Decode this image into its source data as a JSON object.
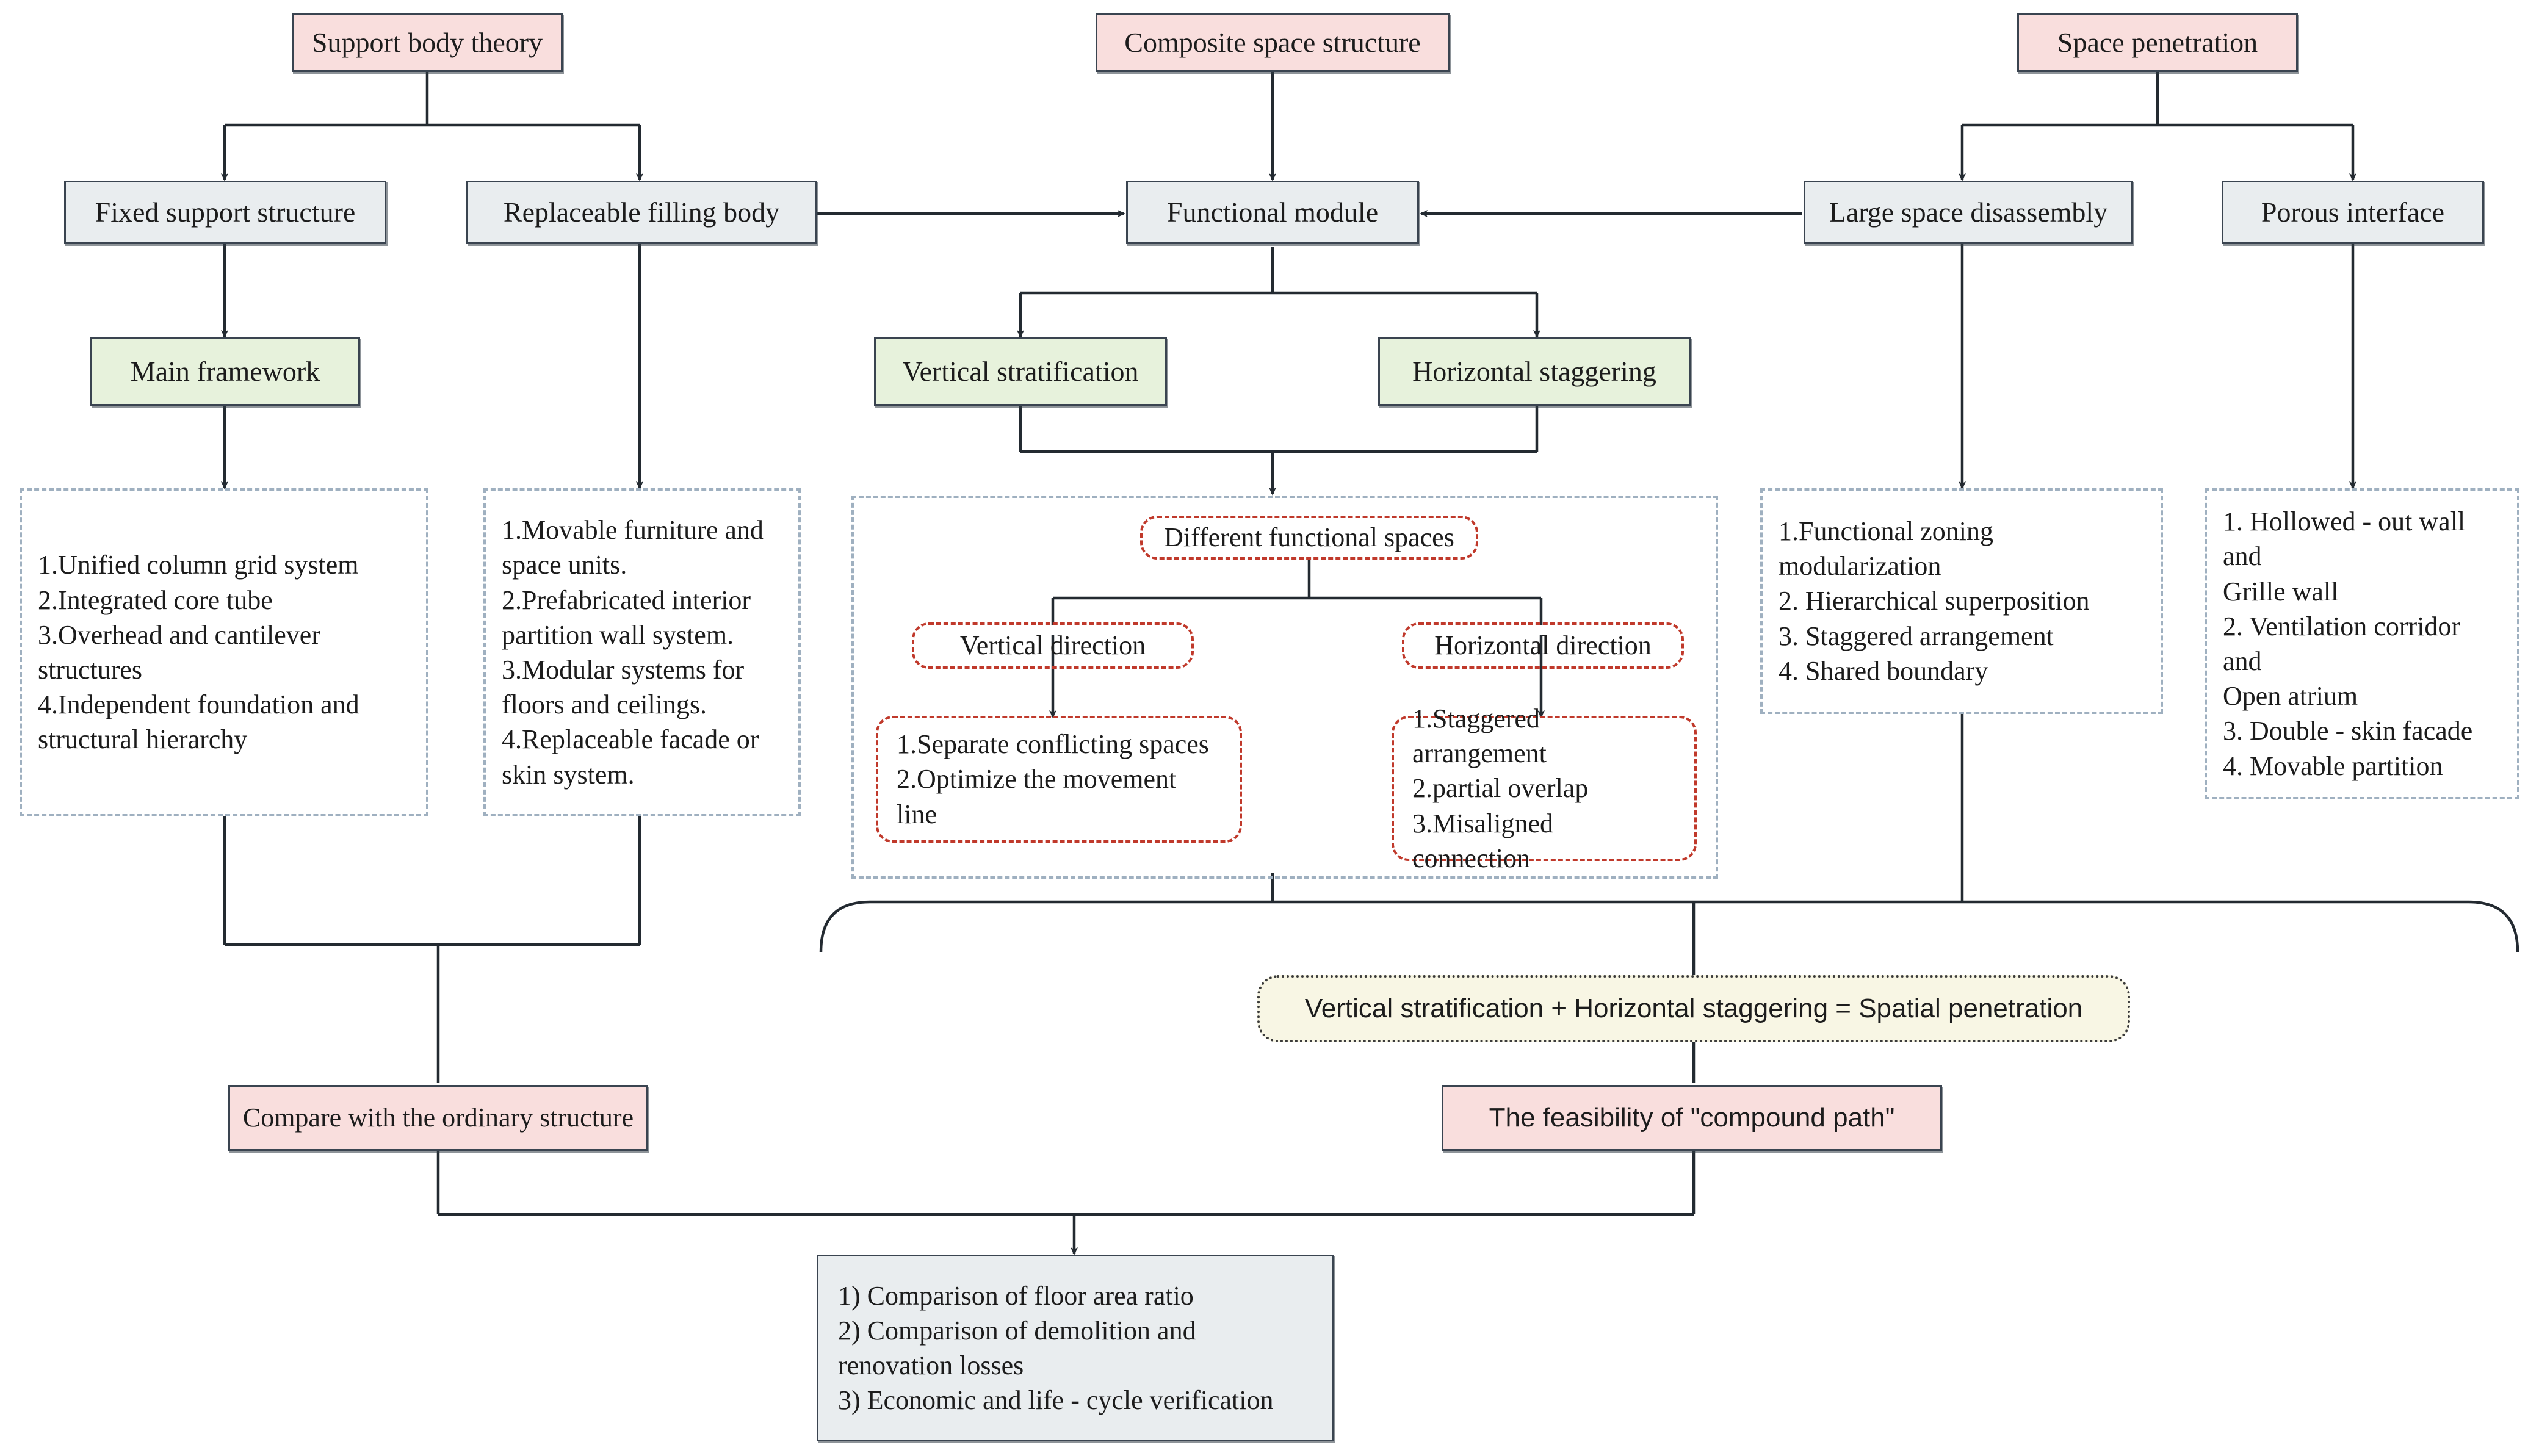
{
  "diagram": {
    "type": "flowchart",
    "title_nodes_color": "#f9dedd",
    "palette": {
      "pink": "#f9dedd",
      "grey_blue": "#e9edef",
      "green": "#e7f2dc",
      "cream": "#f8f6e4",
      "border_dark": "#3a4450",
      "dash_blue_grey": "#9fb0c0",
      "dash_red": "#c0392b"
    }
  },
  "nodes": {
    "support_body_theory": "Support body theory",
    "composite_space_structure": "Composite space structure",
    "space_penetration": "Space penetration",
    "fixed_support_structure": "Fixed support structure",
    "replaceable_filling_body": "Replaceable filling body",
    "functional_module": "Functional module",
    "large_space_disassembly": "Large space disassembly",
    "porous_interface": "Porous interface",
    "main_framework": "Main framework",
    "vertical_stratification": "Vertical stratification",
    "horizontal_staggering": "Horizontal staggering",
    "different_functional_spaces": "Different functional spaces",
    "vertical_direction": "Vertical direction",
    "horizontal_direction": "Horizontal direction",
    "compare_ordinary_structure": "Compare with the ordinary structure",
    "feasibility_compound_path": "The feasibility of \"compound path\"",
    "equation_summary": "Vertical stratification + Horizontal staggering = Spatial penetration"
  },
  "lists": {
    "fixed_support_items": "1.Unified column grid system\n2.Integrated core tube\n3.Overhead and cantilever structures\n4.Independent foundation and\nstructural hierarchy",
    "replaceable_filling_items": "1.Movable furniture and\nspace units.\n2.Prefabricated interior\npartition wall system.\n3.Modular systems for\nfloors and ceilings.\n4.Replaceable facade or\nskin system.",
    "vertical_direction_items": "1.Separate conflicting spaces\n2.Optimize the movement line",
    "horizontal_direction_items": "1.Staggered arrangement\n2.partial overlap\n3.Misaligned connection",
    "large_space_items": "1.Functional zoning modularization\n2. Hierarchical superposition\n3. Staggered arrangement\n4. Shared boundary",
    "porous_interface_items": "1. Hollowed - out wall and\nGrille wall\n2. Ventilation corridor and\nOpen atrium\n3. Double - skin facade\n4. Movable partition",
    "outcome_items": "1) Comparison of floor area ratio\n2) Comparison of demolition and\nrenovation losses\n3) Economic and life - cycle verification"
  }
}
